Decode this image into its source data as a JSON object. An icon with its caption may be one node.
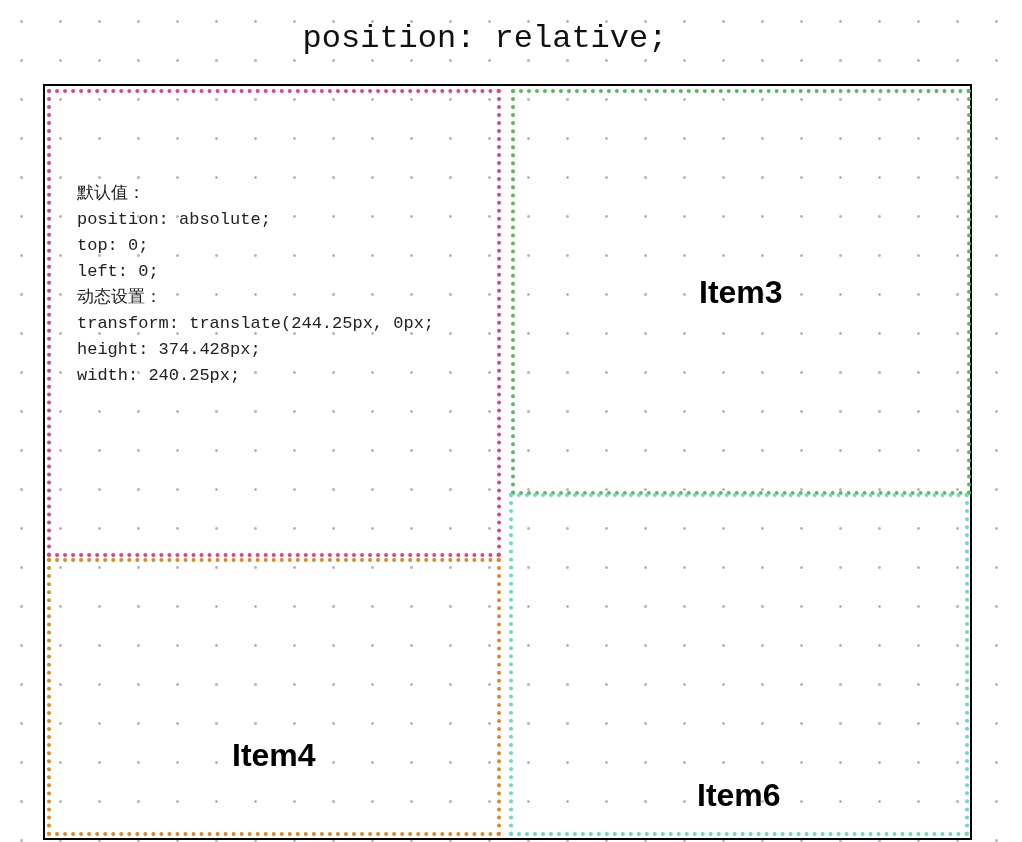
{
  "diagram": {
    "title": "position: relative;",
    "nodes": [
      {
        "text": [],
        "shape": "box"
      },
      {
        "text": [
          "默认值：",
          "position: absolute;",
          "top: 0;",
          "left: 0;",
          "动态设置：",
          "transform: translate(244.25px, 0px;",
          "height: 374.428px;",
          "width: 240.25px;"
        ],
        "in": 0
      },
      {
        "text": [
          "Item3"
        ],
        "in": 0
      },
      {
        "text": [
          "Item4"
        ],
        "in": 0
      },
      {
        "text": [
          "Item6"
        ],
        "in": 0
      }
    ]
  }
}
